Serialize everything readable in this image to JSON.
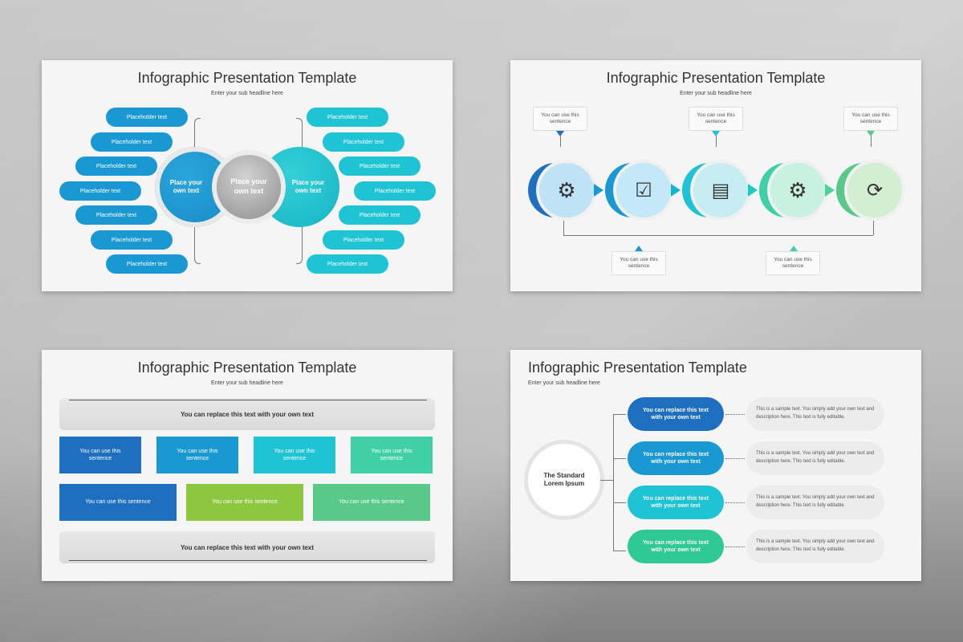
{
  "colors": {
    "blue": "#1a98d3",
    "teal": "#1ec3d4",
    "gray": "#9a9a9a",
    "green": "#59c98a",
    "lime": "#8dc63f",
    "darkblue": "#1e6fc0"
  },
  "slides": {
    "s1": {
      "title": "Infographic Presentation Template",
      "subtitle": "Enter your sub headline here",
      "left_items": [
        "Placeholder text",
        "Placeholder text",
        "Placeholder text",
        "Placeholder text",
        "Placeholder text",
        "Placeholder text",
        "Placeholder text"
      ],
      "right_items": [
        "Placeholder text",
        "Placeholder text",
        "Placeholder text",
        "Placeholder text",
        "Placeholder text",
        "Placeholder text",
        "Placeholder text"
      ],
      "left_circle": "Place your own text",
      "center_circle": "Place your own text",
      "right_circle": "Place your own text"
    },
    "s2": {
      "title": "Infographic Presentation Template",
      "subtitle": "Enter your sub headline here",
      "top_notes": [
        "You can use this sentence",
        "You can use this sentence",
        "You can use this sentence"
      ],
      "bottom_notes": [
        "You can use this sentence",
        "You can use this sentence"
      ],
      "step_icons": [
        "workflow-icon",
        "checklist-search-icon",
        "presentation-board-icon",
        "gears-icon",
        "cycle-arrows-icon"
      ]
    },
    "s3": {
      "title": "Infographic Presentation Template",
      "subtitle": "Enter your sub headline here",
      "top_banner": "You can replace this text with your own text",
      "row1": [
        "You can use this sentence",
        "You can use this sentence",
        "You can use this sentence",
        "You can use this sentence"
      ],
      "row2": [
        "You can use this sentence",
        "You can use this sentence",
        "You can use this sentence"
      ],
      "bottom_banner": "You can replace this text with your own text"
    },
    "s4": {
      "title": "Infographic Presentation Template",
      "subtitle": "Enter your sub headline here",
      "center": "The Standard Lorem Ipsum",
      "items": [
        {
          "label": "You can replace this text with your own text",
          "desc": "This is a sample text. You simply add your own text and description here. This text is fully editable."
        },
        {
          "label": "You can replace this text with your own text",
          "desc": "This is a sample text. You simply add your own text and description here. This text is fully editable."
        },
        {
          "label": "You can replace this text with your own text",
          "desc": "This is a sample text. You simply add your own text and description here. This text is fully editable."
        },
        {
          "label": "You can replace this text with your own text",
          "desc": "This is a sample text. You simply add your own text and description here. This text is fully editable."
        }
      ]
    }
  }
}
